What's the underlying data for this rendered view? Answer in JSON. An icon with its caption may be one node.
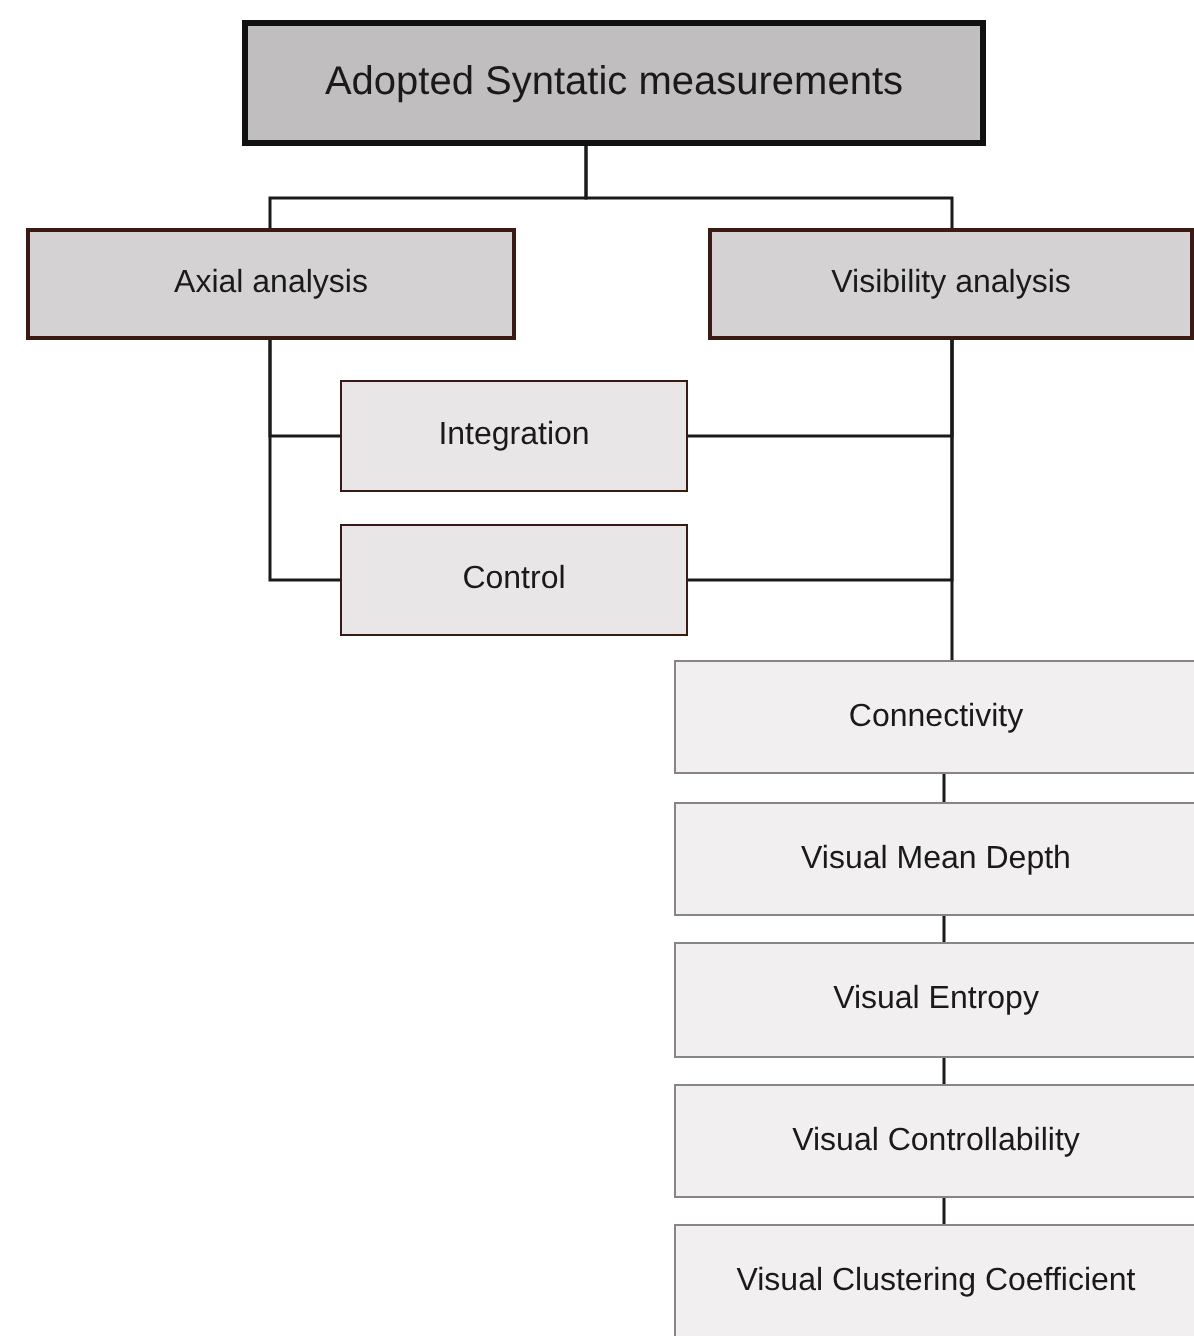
{
  "diagram": {
    "nodes": [
      {
        "text": [
          "Adopted Syntatic measurements"
        ]
      },
      {
        "text": [
          "Axial analysis"
        ]
      },
      {
        "text": [
          "Visibility analysis"
        ]
      },
      {
        "text": [
          "Integration"
        ]
      },
      {
        "text": [
          "Control"
        ]
      },
      {
        "text": [
          "Connectivity"
        ]
      },
      {
        "text": [
          "Visual Mean Depth"
        ]
      },
      {
        "text": [
          "Visual Entropy"
        ]
      },
      {
        "text": [
          "Visual Controllability"
        ]
      },
      {
        "text": [
          "Visual Clustering Coefficient"
        ]
      }
    ],
    "edges": [
      {
        "from": 0,
        "to": 1,
        "arrow": "none"
      },
      {
        "from": 0,
        "to": 2,
        "arrow": "none"
      },
      {
        "from": 1,
        "to": 3,
        "arrow": "none"
      },
      {
        "from": 1,
        "to": 4,
        "arrow": "none"
      },
      {
        "from": 2,
        "to": 3,
        "arrow": "none"
      },
      {
        "from": 2,
        "to": 4,
        "arrow": "none"
      },
      {
        "from": 2,
        "to": 5,
        "arrow": "none"
      },
      {
        "from": 5,
        "to": 6,
        "arrow": "none"
      },
      {
        "from": 6,
        "to": 7,
        "arrow": "none"
      },
      {
        "from": 7,
        "to": 8,
        "arrow": "none"
      },
      {
        "from": 8,
        "to": 9,
        "arrow": "none"
      }
    ]
  }
}
